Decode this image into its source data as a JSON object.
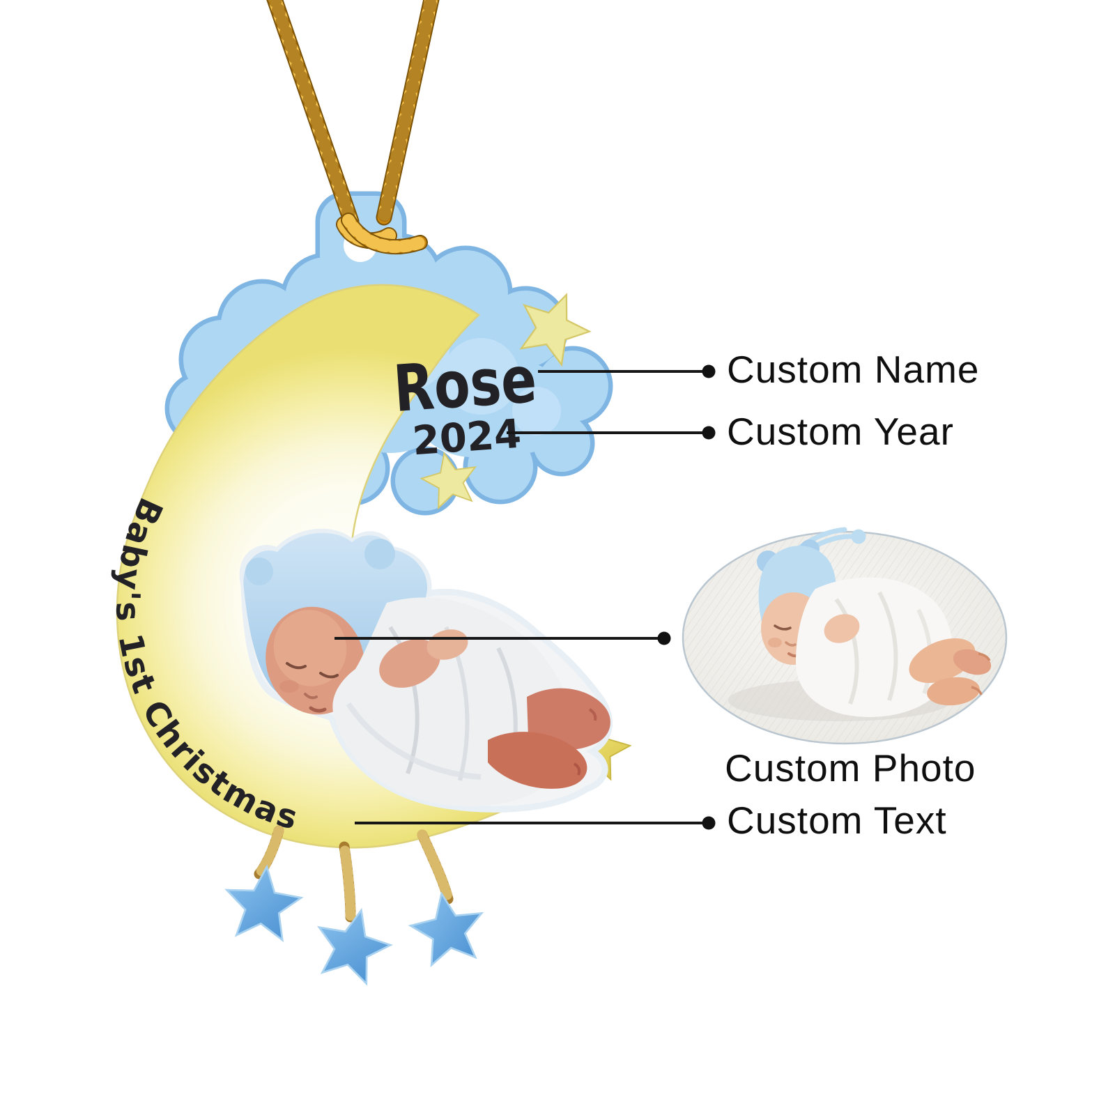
{
  "ornament": {
    "name": "Rose",
    "year": "2024",
    "message": "Baby's 1st Christmas"
  },
  "callouts": {
    "name": "Custom Name",
    "year": "Custom Year",
    "photo": "Custom Photo",
    "text": "Custom Text"
  },
  "colors": {
    "background": "#ffffff",
    "cloud_blue": "#aed7f3",
    "cloud_edge": "#7fb5e3",
    "cloud_highlight": "#cde8fb",
    "moon_rim_yellow": "#eadf72",
    "moon_center": "#fdfcef",
    "star_yellow": "#ede9a0",
    "star_yellow_edge": "#d5c868",
    "star_gold": "#e9dc63",
    "star_gold_edge": "#c9b742",
    "star_blue": "#5a9edb",
    "star_blue_edge": "#a9d2f0",
    "string_gold": "#a87c2e",
    "cord_gold": "#c8860e",
    "ink": "#212126",
    "label_text": "#0f0f0f",
    "leader_line": "#161616"
  }
}
